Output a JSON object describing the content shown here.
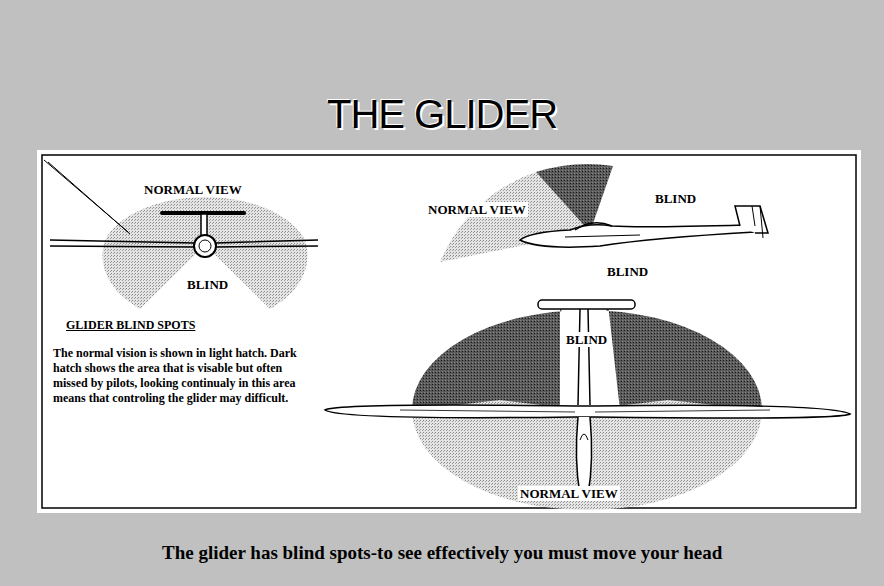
{
  "diagram": {
    "title": "THE GLIDER",
    "caption": "The glider has blind spots-to see effectively you must move your head",
    "labels": [
      "NORMAL VIEW",
      "BLIND",
      "NORMAL VIEW",
      "BLIND",
      "BLIND",
      "GLIDER BLIND SPOTS",
      "The normal vision is shown in light hatch. Dark hatch shows the area that is visable but often missed by pilots, looking continualy in this area means that controling the glider may difficult.",
      "BLIND",
      "NORMAL VIEW"
    ]
  }
}
